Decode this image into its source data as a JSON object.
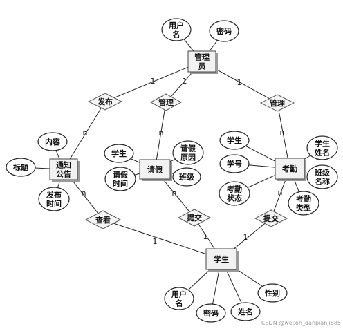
{
  "entities": {
    "admin": [
      "管理",
      "员"
    ],
    "notice": [
      "通知",
      "公告"
    ],
    "leave": [
      "请假"
    ],
    "attendance": [
      "考勤"
    ],
    "student": [
      "学生"
    ]
  },
  "relationships": {
    "publish": "发布",
    "manage_leave": "管理",
    "manage_attendance": "管理",
    "view": "查看",
    "submit_leave": "提交",
    "submit_attendance": "提交"
  },
  "attributes": {
    "admin_username": [
      "用户",
      "名"
    ],
    "admin_password": [
      "密码"
    ],
    "notice_content": [
      "内容"
    ],
    "notice_title": [
      "标题"
    ],
    "notice_time": [
      "发布",
      "时间"
    ],
    "leave_student": [
      "学生"
    ],
    "leave_time": [
      "请假",
      "时间"
    ],
    "leave_reason": [
      "请假",
      "原因"
    ],
    "leave_class": [
      "班级"
    ],
    "att_student": [
      "学生"
    ],
    "att_id": [
      "学号"
    ],
    "att_status": [
      "考勤",
      "状态"
    ],
    "att_name": [
      "学生",
      "姓名"
    ],
    "att_class": [
      "班级",
      "名称"
    ],
    "att_type": [
      "考勤",
      "类型"
    ],
    "stu_username": [
      "用户",
      "名"
    ],
    "stu_password": [
      "密码"
    ],
    "stu_name": [
      "姓名"
    ],
    "stu_gender": [
      "性别"
    ]
  },
  "cardinalities": {
    "admin_publish": "1",
    "admin_manage_leave": "1",
    "admin_manage_attendance": "1",
    "publish_notice": "n",
    "manage_leave_leave": "n",
    "manage_attendance_attendance": "n",
    "notice_view": "n",
    "leave_submit": "n",
    "attendance_submit": "n",
    "view_student": "1",
    "submit_leave_student": "1",
    "submit_attendance_student": "1"
  },
  "watermark": "CSDN @weixin_danpianji885"
}
